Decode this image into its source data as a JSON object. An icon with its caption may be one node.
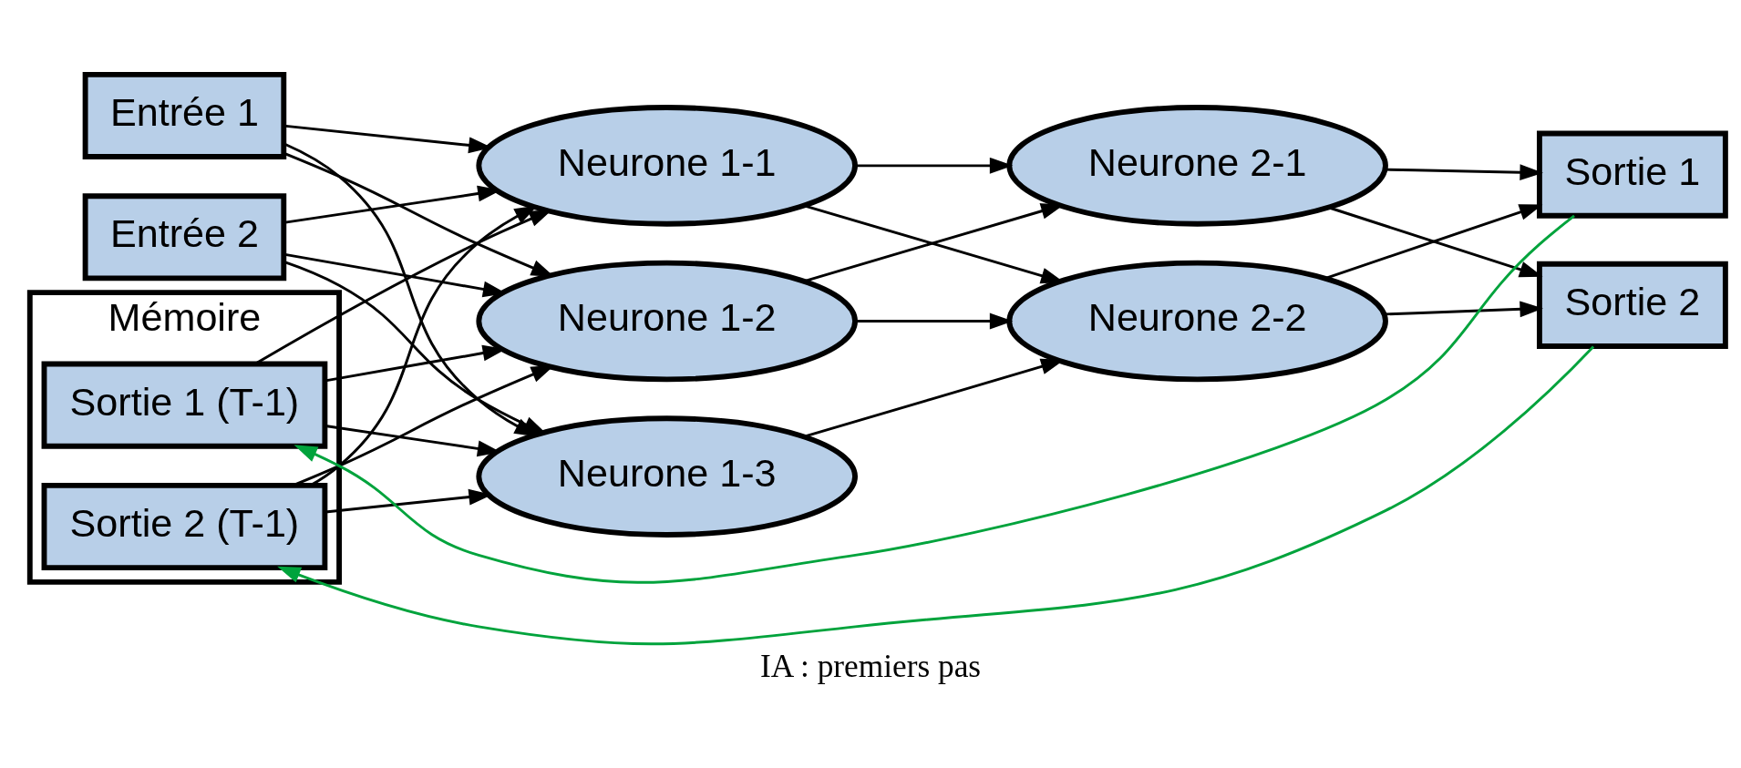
{
  "diagram": {
    "caption": "IA : premiers pas",
    "nodes": [
      {
        "text": [
          "Entrée 1"
        ]
      },
      {
        "text": [
          "Entrée 2"
        ]
      },
      {
        "text": [
          "Mémoire"
        ]
      },
      {
        "text": [
          "Sortie 1 (T-1)"
        ],
        "in": 2
      },
      {
        "text": [
          "Sortie 2 (T-1)"
        ],
        "in": 2
      },
      {
        "text": [
          "Neurone 1-1"
        ]
      },
      {
        "text": [
          "Neurone 1-2"
        ]
      },
      {
        "text": [
          "Neurone 1-3"
        ]
      },
      {
        "text": [
          "Neurone 2-1"
        ]
      },
      {
        "text": [
          "Neurone 2-2"
        ]
      },
      {
        "text": [
          "Sortie 1"
        ]
      },
      {
        "text": [
          "Sortie 2"
        ]
      }
    ],
    "edges": [
      {
        "from": 0,
        "to": 5,
        "arrow": "to"
      },
      {
        "from": 0,
        "to": 6,
        "arrow": "to"
      },
      {
        "from": 0,
        "to": 7,
        "arrow": "to"
      },
      {
        "from": 1,
        "to": 5,
        "arrow": "to"
      },
      {
        "from": 1,
        "to": 6,
        "arrow": "to"
      },
      {
        "from": 1,
        "to": 7,
        "arrow": "to"
      },
      {
        "from": 3,
        "to": 5,
        "arrow": "to"
      },
      {
        "from": 3,
        "to": 6,
        "arrow": "to"
      },
      {
        "from": 3,
        "to": 7,
        "arrow": "to"
      },
      {
        "from": 4,
        "to": 5,
        "arrow": "to"
      },
      {
        "from": 4,
        "to": 6,
        "arrow": "to"
      },
      {
        "from": 4,
        "to": 7,
        "arrow": "to"
      },
      {
        "from": 5,
        "to": 8,
        "arrow": "to"
      },
      {
        "from": 5,
        "to": 9,
        "arrow": "to"
      },
      {
        "from": 6,
        "to": 8,
        "arrow": "to"
      },
      {
        "from": 6,
        "to": 9,
        "arrow": "to"
      },
      {
        "from": 7,
        "to": 9,
        "arrow": "to"
      },
      {
        "from": 8,
        "to": 10,
        "arrow": "to"
      },
      {
        "from": 8,
        "to": 11,
        "arrow": "to"
      },
      {
        "from": 9,
        "to": 10,
        "arrow": "to"
      },
      {
        "from": 9,
        "to": 11,
        "arrow": "to"
      },
      {
        "from": 10,
        "to": 3,
        "arrow": "to",
        "color": "#00a33c"
      },
      {
        "from": 11,
        "to": 4,
        "arrow": "to",
        "color": "#00a33c"
      }
    ]
  }
}
